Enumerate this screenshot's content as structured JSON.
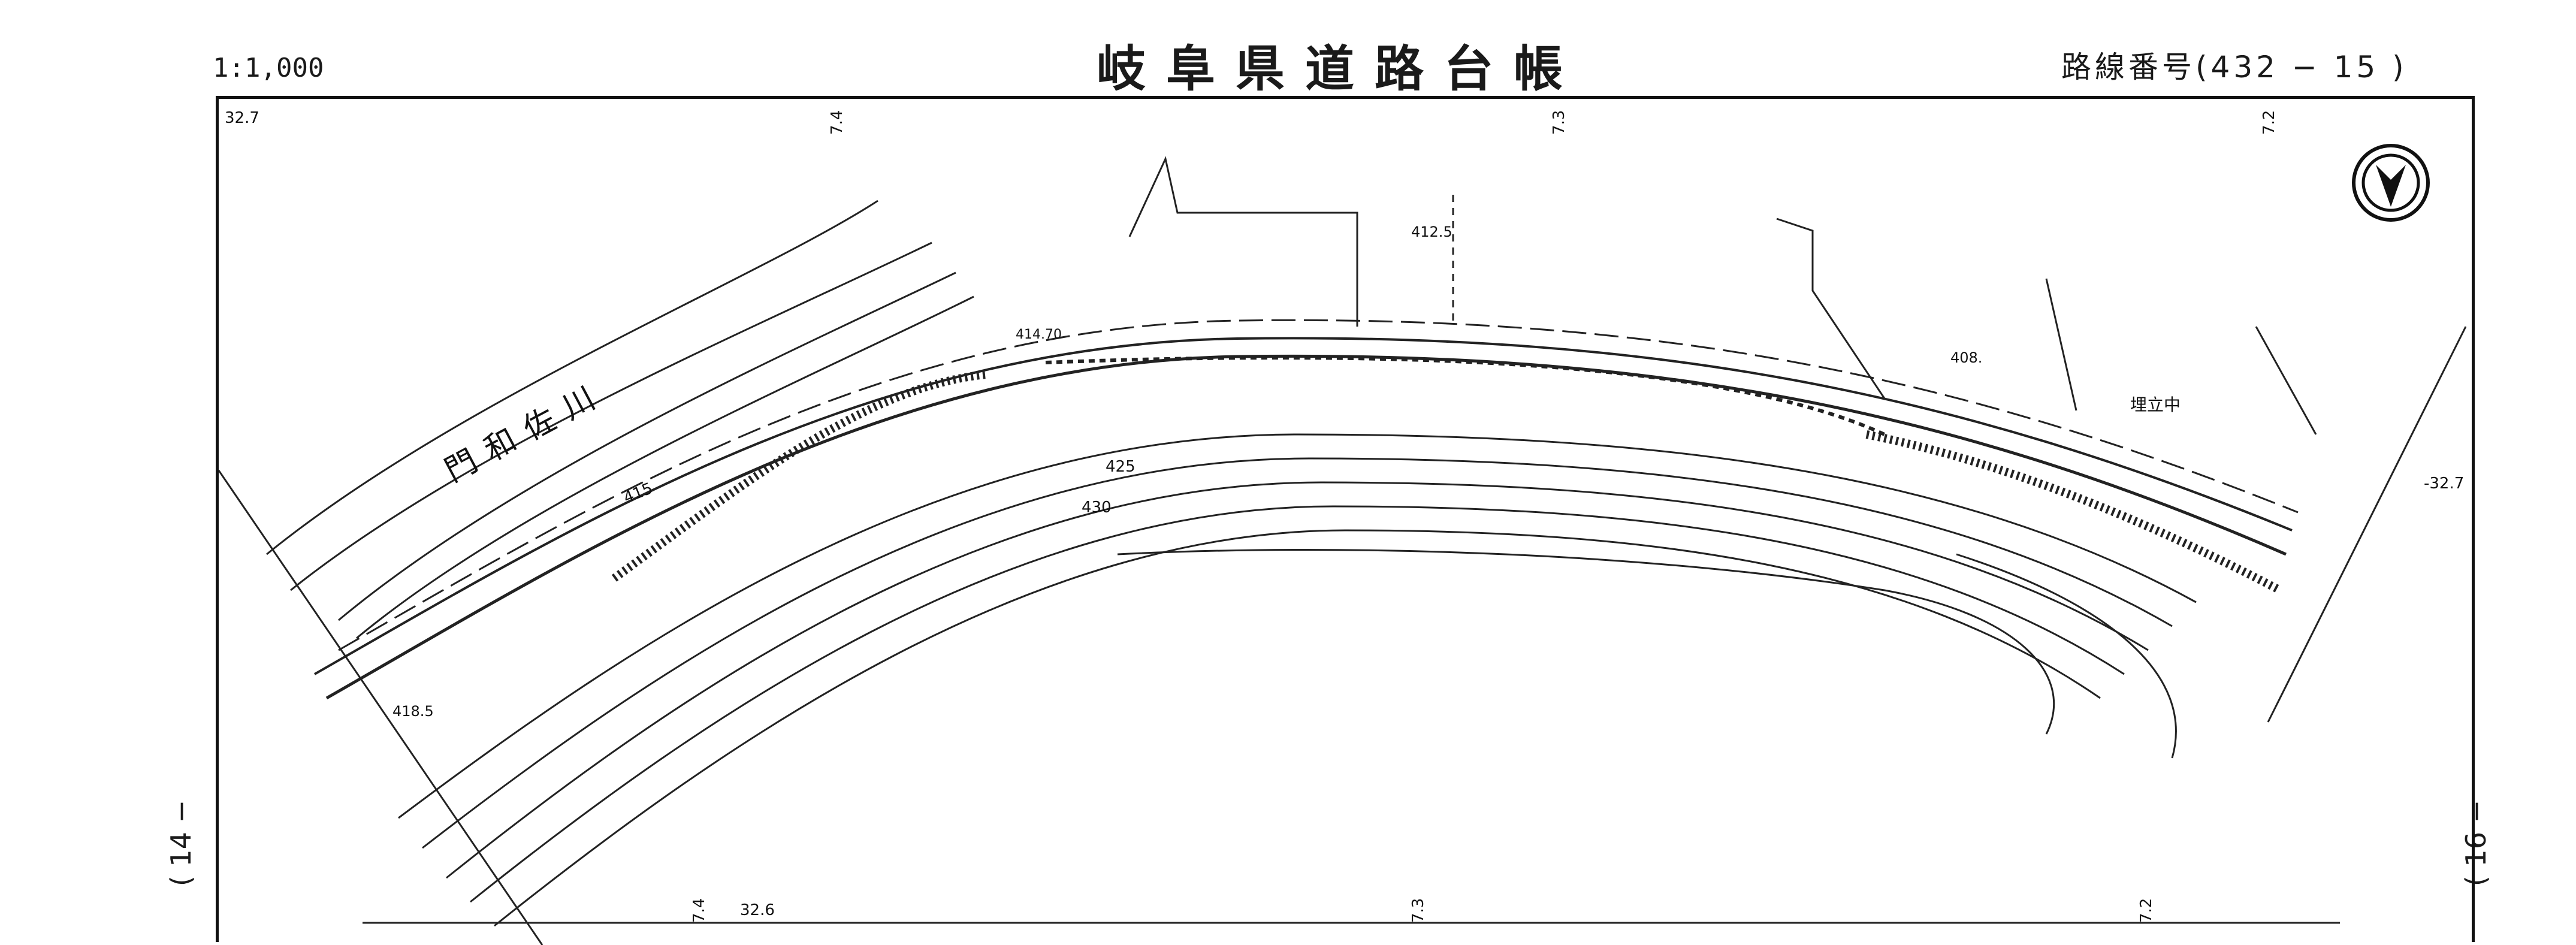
{
  "header": {
    "scale": "1:1,000",
    "title": "岐阜県道路台帳",
    "route_number": "路線番号(432 − 15 )"
  },
  "margins": {
    "left_sheet": "( 14 −",
    "right_sheet": "( 16 −"
  },
  "map": {
    "river_name": "門和佐川",
    "landfill_label": "埋立中",
    "elevations": {
      "e1": "412.5",
      "e2": "408.",
      "e3": "418.5",
      "e4": "414.70",
      "c415": "415",
      "c425": "425",
      "c430": "430"
    },
    "grid_labels": {
      "top_left": "32.7",
      "top_right": "-32.7",
      "g1": "7.4",
      "g2": "7.3",
      "g3": "7.2",
      "b1": "7.4",
      "b2": "32.6",
      "b3": "7.3",
      "b4": "7.2"
    }
  },
  "colors": {
    "ink": "#111111",
    "paper": "#ffffff"
  },
  "icons": {
    "north_arrow": "north-arrow-icon"
  }
}
